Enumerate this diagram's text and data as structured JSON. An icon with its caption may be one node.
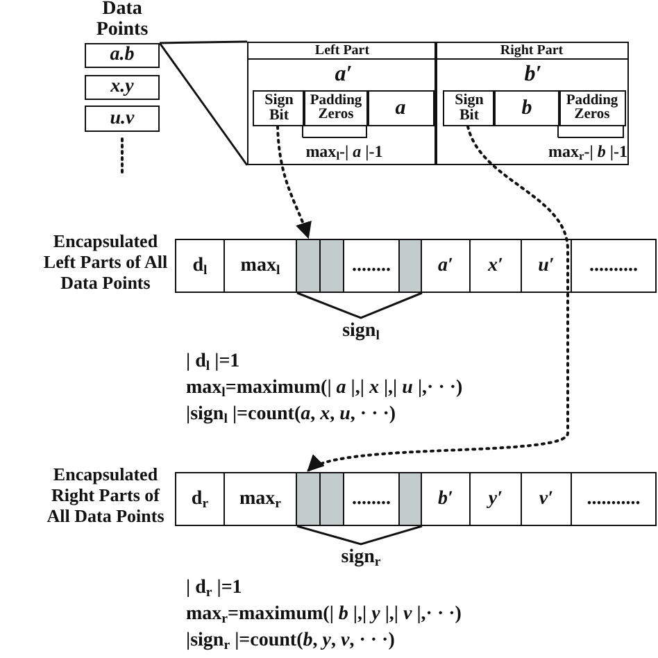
{
  "diagram": {
    "nodes": [
      {
        "text": [
          "a.b"
        ]
      },
      {
        "text": [
          "x.y"
        ]
      },
      {
        "text": [
          "u.v"
        ]
      },
      {
        "text": [
          "Left Part",
          "a′"
        ]
      },
      {
        "text": [
          "Sign Bit"
        ],
        "in": 3
      },
      {
        "text": [
          "Padding Zeros"
        ],
        "in": 3
      },
      {
        "text": [
          "a"
        ],
        "in": 3
      },
      {
        "text": [
          "Right Part",
          "b′"
        ]
      },
      {
        "text": [
          "Sign Bit"
        ],
        "in": 7
      },
      {
        "text": [
          "b"
        ],
        "in": 7
      },
      {
        "text": [
          "Padding Zeros"
        ],
        "in": 7
      },
      {
        "text": [
          "Encapsulated Left Parts of All Data Points"
        ]
      },
      {
        "text": [
          "d$_{l}$"
        ],
        "in": 11
      },
      {
        "text": [
          "max$_{l}$"
        ],
        "in": 11
      },
      {
        "text": [],
        "shape": "box",
        "in": 11
      },
      {
        "text": [],
        "shape": "box",
        "in": 11
      },
      {
        "text": [
          "........"
        ],
        "in": 11
      },
      {
        "text": [],
        "shape": "box",
        "in": 11
      },
      {
        "text": [
          "a′"
        ],
        "in": 11
      },
      {
        "text": [
          "x′"
        ],
        "in": 11
      },
      {
        "text": [
          "u′"
        ],
        "in": 11
      },
      {
        "text": [
          ".........."
        ],
        "in": 11
      },
      {
        "text": [
          "Encapsulated Right Parts of All Data Points"
        ]
      },
      {
        "text": [
          "d$_{r}$"
        ],
        "in": 22
      },
      {
        "text": [
          "max$_{r}$"
        ],
        "in": 22
      },
      {
        "text": [],
        "shape": "box",
        "in": 22
      },
      {
        "text": [],
        "shape": "box",
        "in": 22
      },
      {
        "text": [
          "........"
        ],
        "in": 22
      },
      {
        "text": [],
        "shape": "box",
        "in": 22
      },
      {
        "text": [
          "b′"
        ],
        "in": 22
      },
      {
        "text": [
          "y′"
        ],
        "in": 22
      },
      {
        "text": [
          "v′"
        ],
        "in": 22
      },
      {
        "text": [
          "..........."
        ],
        "in": 22
      }
    ],
    "edges": [
      {
        "from": 0,
        "to": 3,
        "arrow": "none"
      },
      {
        "from": 4,
        "to": 14,
        "arrow": "to",
        "style": "dashed"
      },
      {
        "from": 8,
        "to": 25,
        "arrow": "to",
        "style": "dashed"
      }
    ],
    "labels": [
      "Data Points",
      "max$_{l}$-| *a* |-1",
      "max$_{r}$-| *b* |-1",
      "sign$_{l}$",
      "| d$_{l}$ |=1",
      "max$_{l}$=maximum(| *a* |,| *x* |,| *u* |,· · ·)",
      "|sign$_{l}$ |=count(*a*, *x*, *u*, · · ·)",
      "sign$_{r}$",
      "| d$_{r}$ |=1",
      "max$_{r}$=maximum(| *b* |,| *y* |,| *v* |,· · ·)",
      "|sign$_{r}$ |=count(*b*, *y*, *v*, · · ·)"
    ]
  }
}
